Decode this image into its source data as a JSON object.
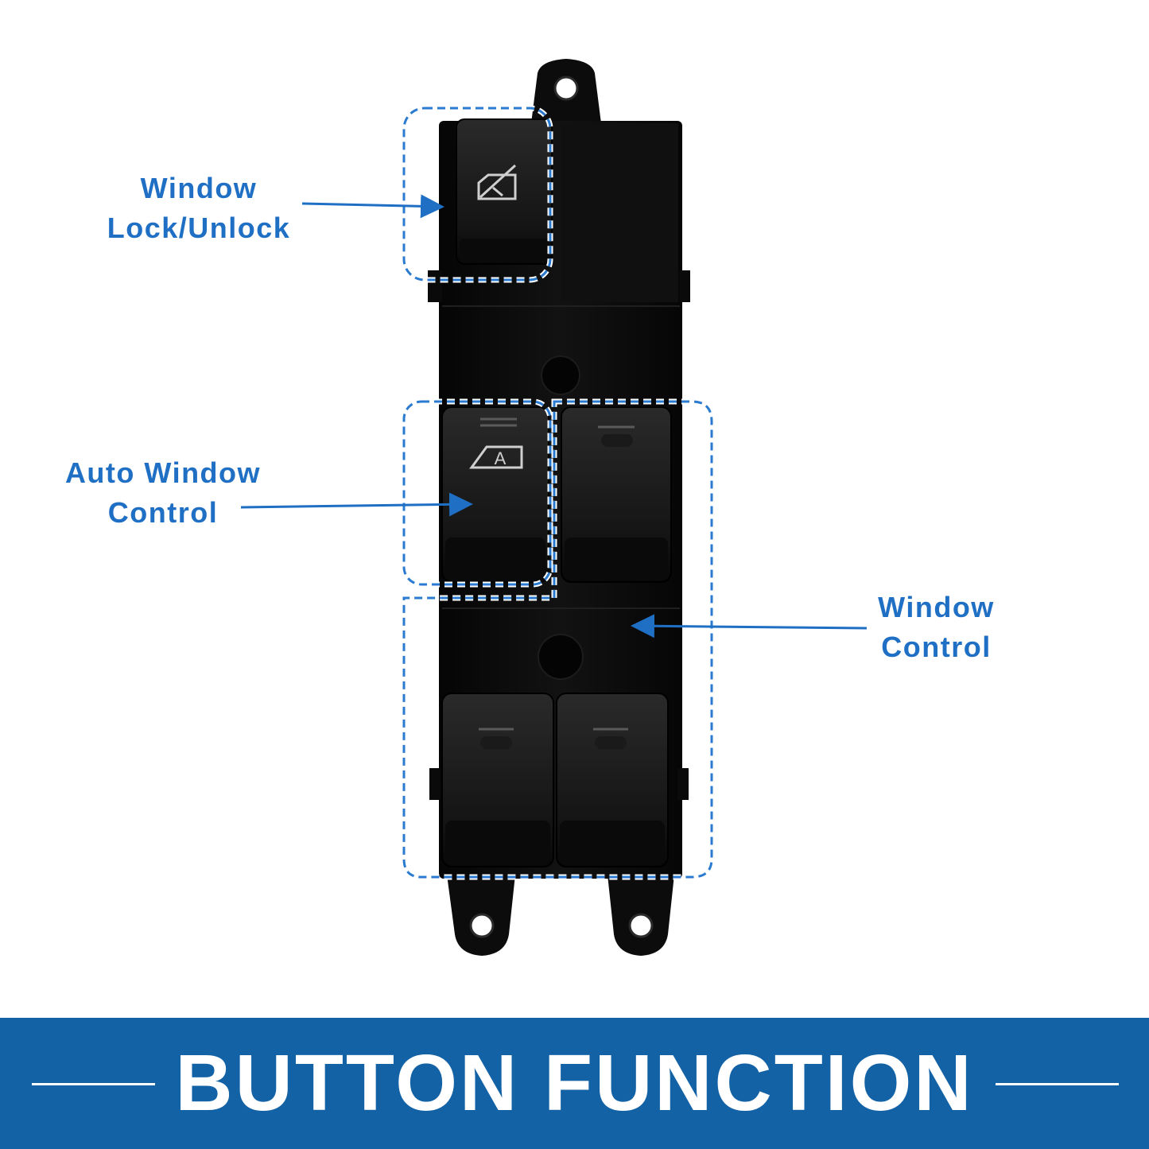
{
  "callouts": {
    "lock": {
      "line1": "Window",
      "line2": "Lock/Unlock"
    },
    "auto": {
      "line1": "Auto Window",
      "line2": "Control"
    },
    "window": {
      "line1": "Window",
      "line2": "Control"
    }
  },
  "switch_icons": {
    "lock_button_icon": "window-lock-icon",
    "auto_button_icon": "auto-window-icon",
    "auto_button_letter": "A"
  },
  "banner": {
    "title": "BUTTON FUNCTION"
  },
  "colors": {
    "accent": "#1f6fc4",
    "banner": "#1462a6",
    "switch_body": "#0b0b0b"
  }
}
